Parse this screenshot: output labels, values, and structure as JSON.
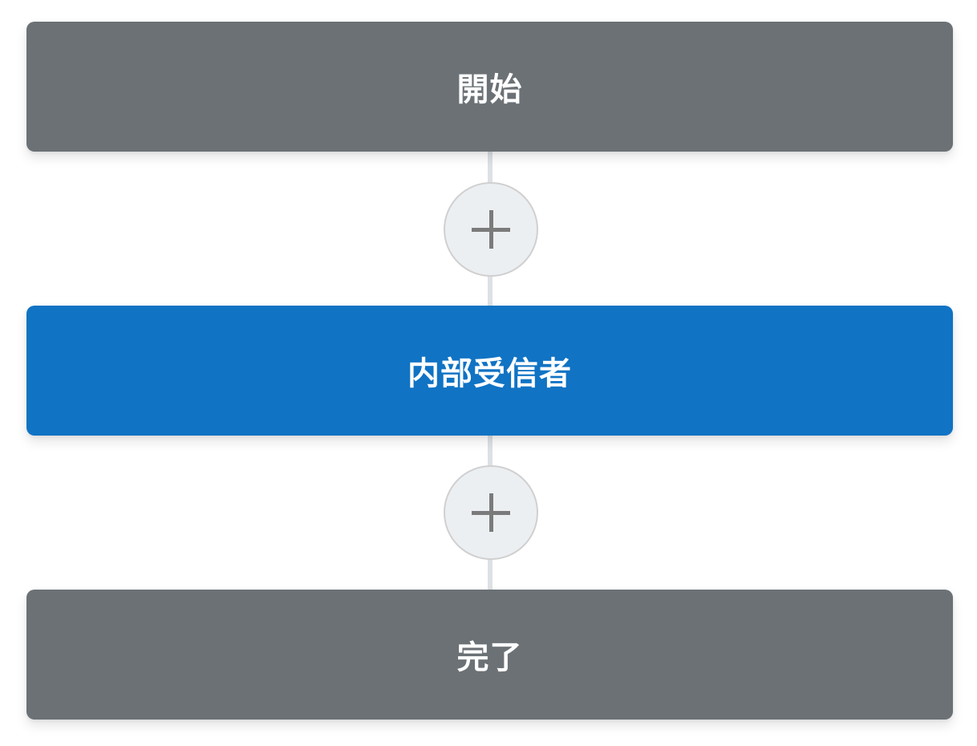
{
  "workflow": {
    "steps": [
      {
        "label": "開始",
        "kind": "start",
        "color": "#6b7175"
      },
      {
        "label": "内部受信者",
        "kind": "internal-recipient",
        "color": "#1073c4"
      },
      {
        "label": "完了",
        "kind": "end",
        "color": "#6b7175"
      }
    ],
    "add_buttons": [
      {
        "icon": "plus-icon",
        "position": "between start and internal recipient"
      },
      {
        "icon": "plus-icon",
        "position": "between internal recipient and end"
      }
    ],
    "colors": {
      "neutral_step": "#6b7175",
      "active_step": "#1073c4",
      "connector": "#dde1e5",
      "add_button_fill": "#eceff2",
      "add_button_border": "#d0d0d0",
      "plus_icon": "#7b7b7b"
    }
  }
}
